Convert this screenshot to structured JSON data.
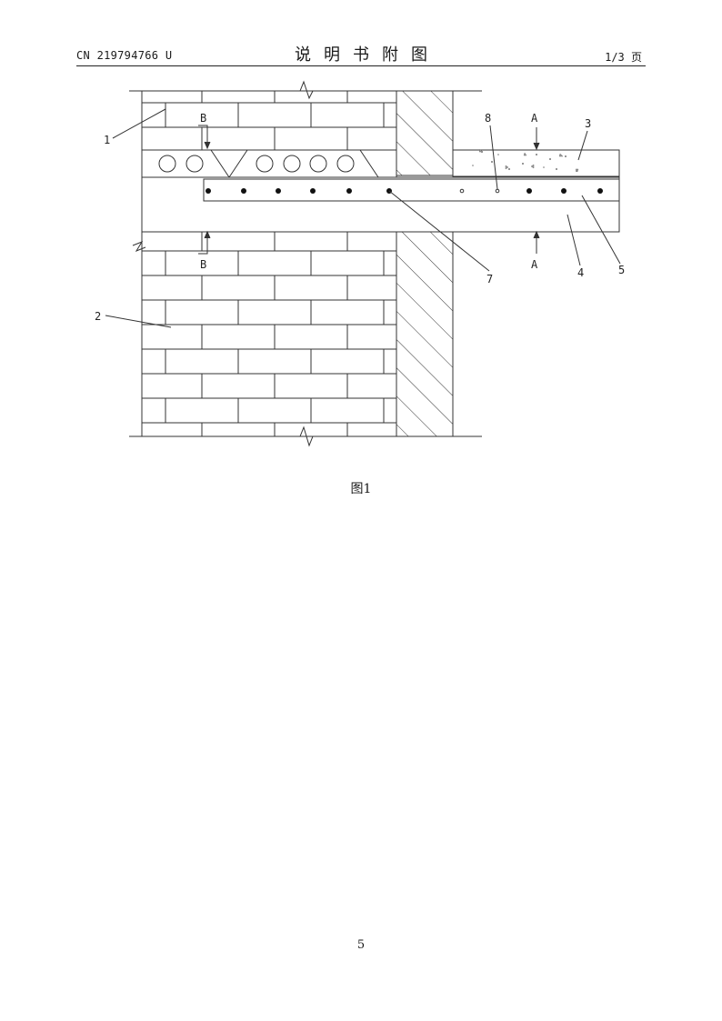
{
  "header": {
    "patent_number": "CN 219794766 U",
    "title": "说明书附图",
    "page_of": "1/3 页"
  },
  "figure": {
    "caption": "图1",
    "section_marks": {
      "A": "A",
      "B": "B"
    },
    "callouts": [
      "1",
      "2",
      "3",
      "4",
      "5",
      "7",
      "8"
    ]
  },
  "footer": {
    "page_number": "5"
  }
}
